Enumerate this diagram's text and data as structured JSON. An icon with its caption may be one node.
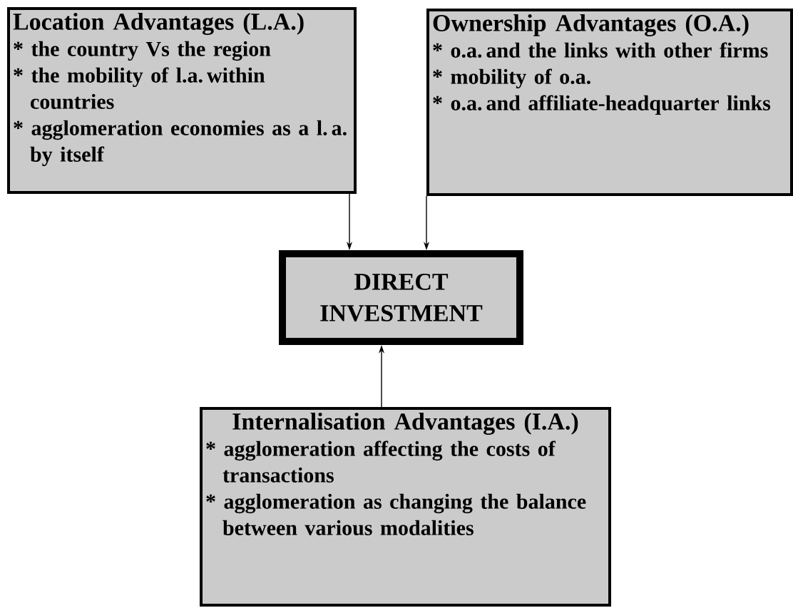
{
  "diagram": {
    "nodes": [
      {
        "text": [
          "Location Advantages (L.A.)",
          "* the country Vs the region",
          "* the mobility of l.a. within countries",
          "* agglomeration economies as a l. a. by itself"
        ]
      },
      {
        "text": [
          "Ownership Advantages (O.A.)",
          "* o.a. and the links with other firms",
          "* mobility of o.a.",
          "* o.a. and affiliate-headquarter links"
        ]
      },
      {
        "text": [
          "DIRECT INVESTMENT"
        ]
      },
      {
        "text": [
          "Internalisation Advantages (I.A.)",
          "* agglomeration affecting the costs of transactions",
          "* agglomeration as changing the balance between various modalities"
        ]
      }
    ],
    "edges": [
      {
        "from": 0,
        "to": 2,
        "arrow": "to"
      },
      {
        "from": 1,
        "to": 2,
        "arrow": "to"
      },
      {
        "from": 3,
        "to": 2,
        "arrow": "to"
      }
    ]
  }
}
